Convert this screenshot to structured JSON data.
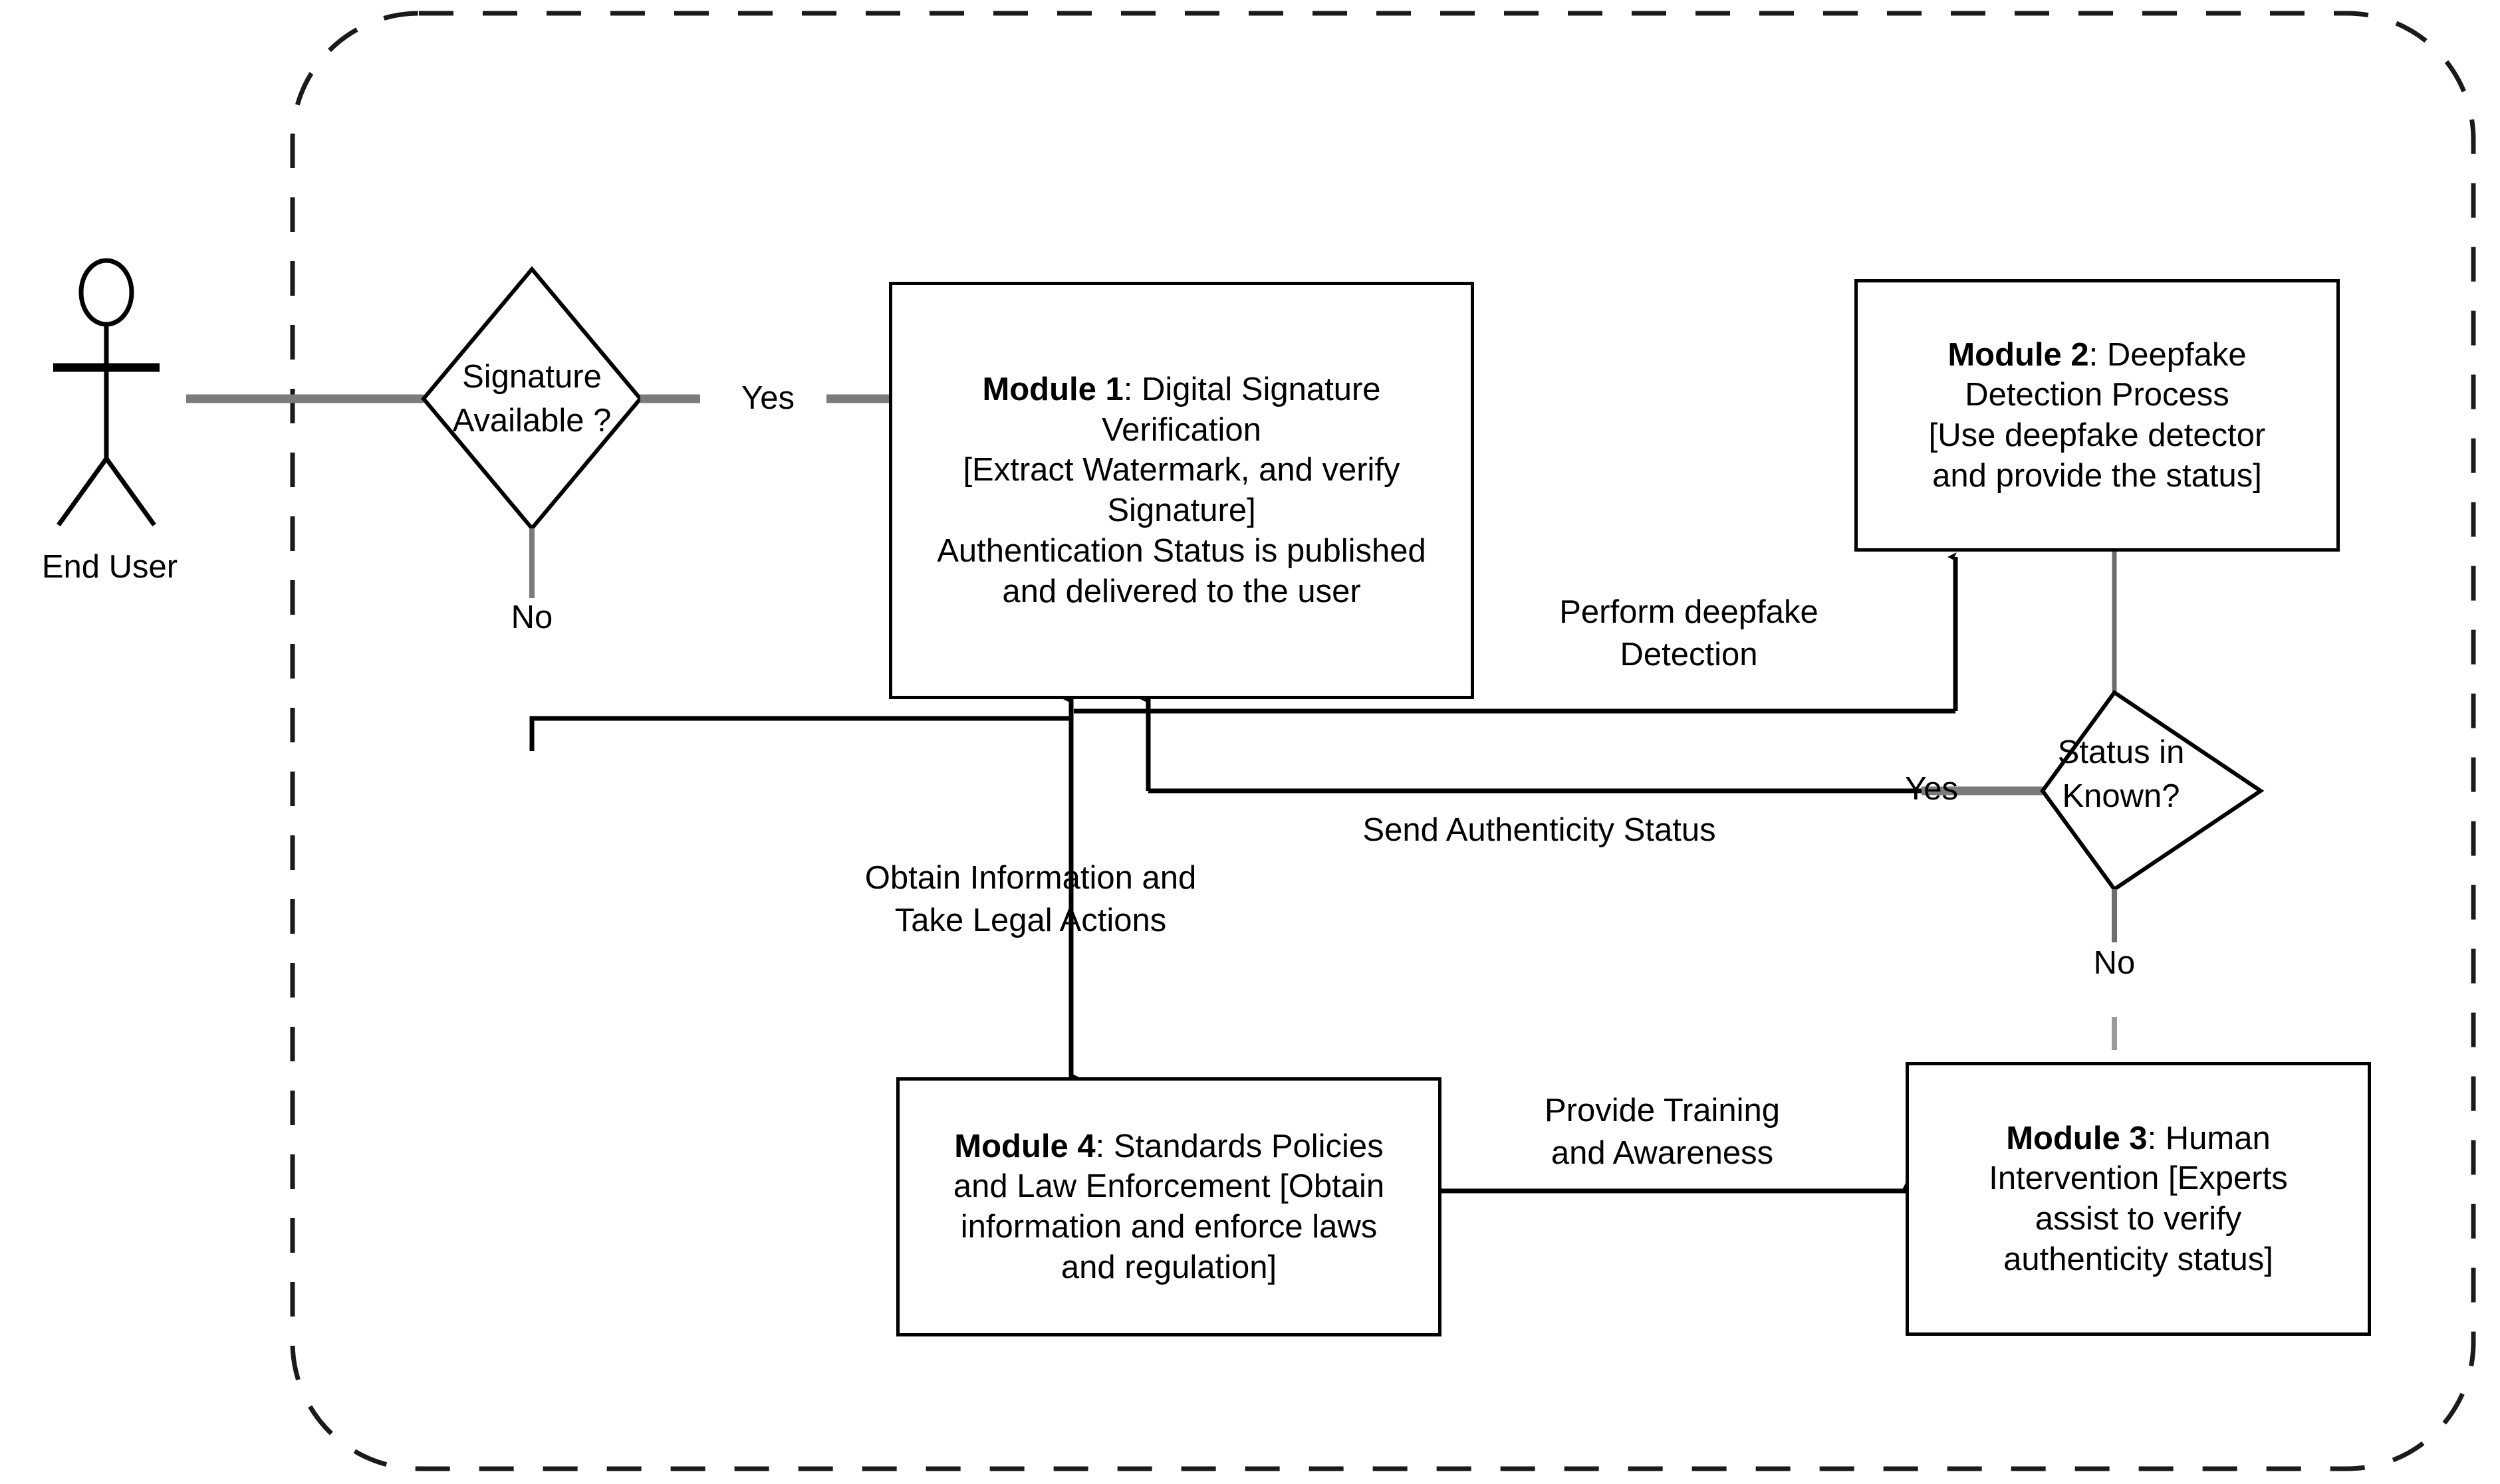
{
  "diagram": {
    "type": "uml-activity-flow",
    "title": "Deepfake Content Authentication Framework",
    "colors": {
      "stroke": "#000000",
      "connector_gray": "#808080",
      "background": "#ffffff",
      "boundary": "#1a1a1a"
    },
    "boundary": {
      "name": "system-boundary",
      "style": "dashed-rounded-rectangle"
    }
  },
  "actor": {
    "label": "End User",
    "icon": "stick-figure-actor"
  },
  "decisions": [
    {
      "id": "signature-available",
      "line1": "Signature",
      "line2": "Available ?",
      "branches": [
        {
          "label": "Yes",
          "target": "module-1"
        },
        {
          "label": "No",
          "target": "module-1"
        }
      ]
    },
    {
      "id": "status-in-known",
      "line1": "Status in",
      "line2": "Known?",
      "branches": [
        {
          "label": "Yes",
          "target": "module-1"
        },
        {
          "label": "No",
          "target": "module-3"
        }
      ]
    }
  ],
  "modules": [
    {
      "id": "module-1",
      "title": "Module 1",
      "separator": ": ",
      "body": "Digital Signature Verification [Extract Watermark, and verify Signature] Authentication Status is published and delivered to the user",
      "lines": [
        "Digital Signature",
        "Verification",
        "[Extract Watermark, and verify",
        "Signature]",
        "Authentication Status is published",
        "and delivered to the user"
      ]
    },
    {
      "id": "module-2",
      "title": "Module 2",
      "separator": ": ",
      "body": "Deepfake Detection Process [Use deepfake detector and provide the status]",
      "lines": [
        "Deepfake",
        "Detection Process",
        "[Use deepfake detector",
        "and provide the status]"
      ]
    },
    {
      "id": "module-3",
      "title": "Module 3",
      "separator": ": ",
      "body": "Human Intervention [Experts assist to verify authenticity status]",
      "lines": [
        "Human",
        "Intervention [Experts",
        "assist to verify",
        "authenticity status]"
      ]
    },
    {
      "id": "module-4",
      "title": "Module 4",
      "separator": ": ",
      "body": "Standards Policies and Law Enforcement [Obtain information and enforce laws and regulation]",
      "lines": [
        "Standards Policies",
        "and Law Enforcement [Obtain",
        "information and enforce laws",
        "and regulation]"
      ]
    }
  ],
  "edge_labels": [
    {
      "id": "perform-deepfake-detection",
      "line1": "Perform deepfake",
      "line2": "Detection"
    },
    {
      "id": "send-authenticity-status",
      "line1": "Send Authenticity Status",
      "line2": ""
    },
    {
      "id": "obtain-information",
      "line1": "Obtain Information and",
      "line2": "Take Legal Actions"
    },
    {
      "id": "provide-training",
      "line1": "Provide Training",
      "line2": "and Awareness"
    }
  ],
  "branch_labels": {
    "yes_signature": "Yes",
    "no_signature": "No",
    "yes_status": "Yes",
    "no_status": "No"
  }
}
